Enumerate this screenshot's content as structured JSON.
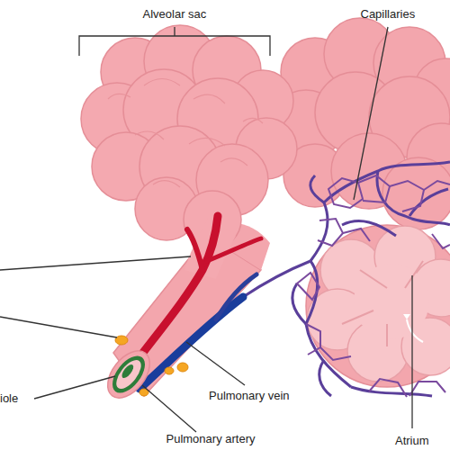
{
  "diagram": {
    "labels": [
      "Alveolar sac",
      "Capillaries",
      "Pulmonary vein",
      "Pulmonary artery",
      "Atrium",
      "iole"
    ]
  }
}
